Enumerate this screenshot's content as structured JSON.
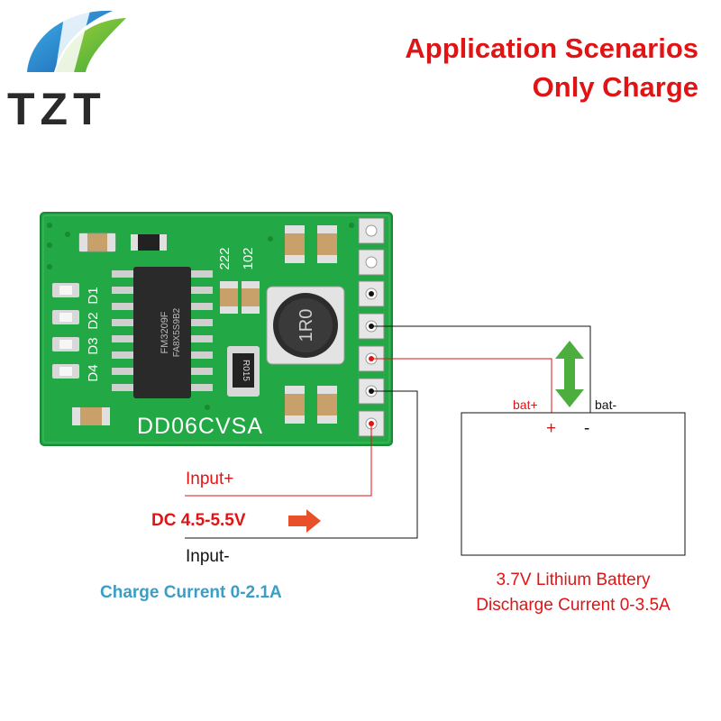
{
  "brand": {
    "logo_text": "TZT"
  },
  "header": {
    "line1": "Application Scenarios",
    "line2": "Only Charge"
  },
  "board": {
    "silkscreen": "DD06CVSA",
    "led_labels": [
      "D1",
      "D2",
      "D3",
      "D4"
    ],
    "cap_labels": [
      "222",
      "102"
    ],
    "ic_text": [
      "FM3209F",
      "FA8X5S9B2"
    ],
    "inductor_text": "1R0",
    "resistor_text": "R015"
  },
  "labels": {
    "input_plus": "Input+",
    "input_voltage": "DC 4.5-5.5V",
    "input_minus": "Input-",
    "charge_current": "Charge Current 0-2.1A",
    "bat_plus": "bat+",
    "bat_minus": "bat-",
    "plus_sign": "+",
    "minus_sign": "-",
    "battery_line1": "3.7V Lithium Battery",
    "battery_line2": "Discharge Current 0-3.5A"
  },
  "colors": {
    "accent_red": "#e01414",
    "pcb_green": "#22a845",
    "arrow_green": "#4cae3c",
    "text_blue": "#3a9fc8",
    "arrow_orange": "#e8502a"
  }
}
